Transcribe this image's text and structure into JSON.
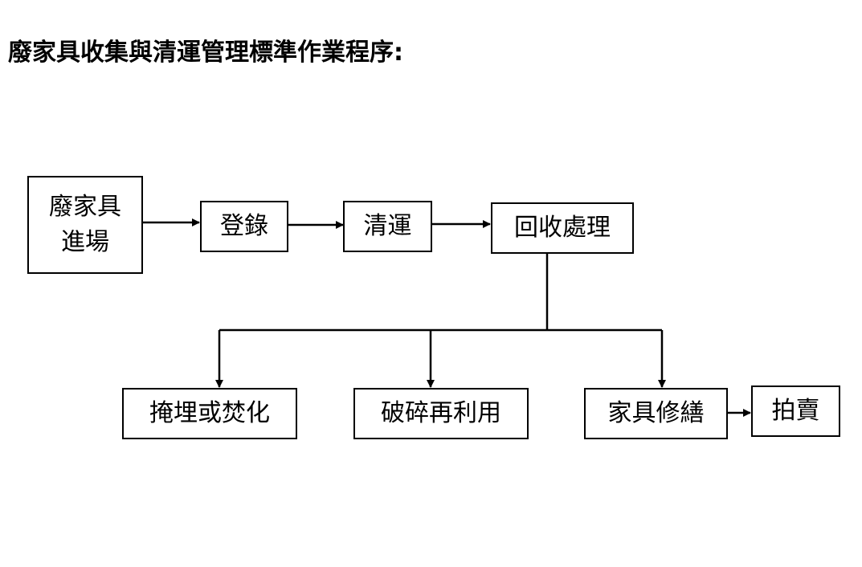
{
  "title": "廢家具收集與清運管理標準作業程序:",
  "nodes": {
    "entry": {
      "line1": "廢家具",
      "line2": "進場"
    },
    "register": "登錄",
    "transport": "清運",
    "recycle": "回收處理",
    "landfill": "掩埋或焚化",
    "crush": "破碎再利用",
    "repair": "家具修繕",
    "auction": "拍賣"
  }
}
